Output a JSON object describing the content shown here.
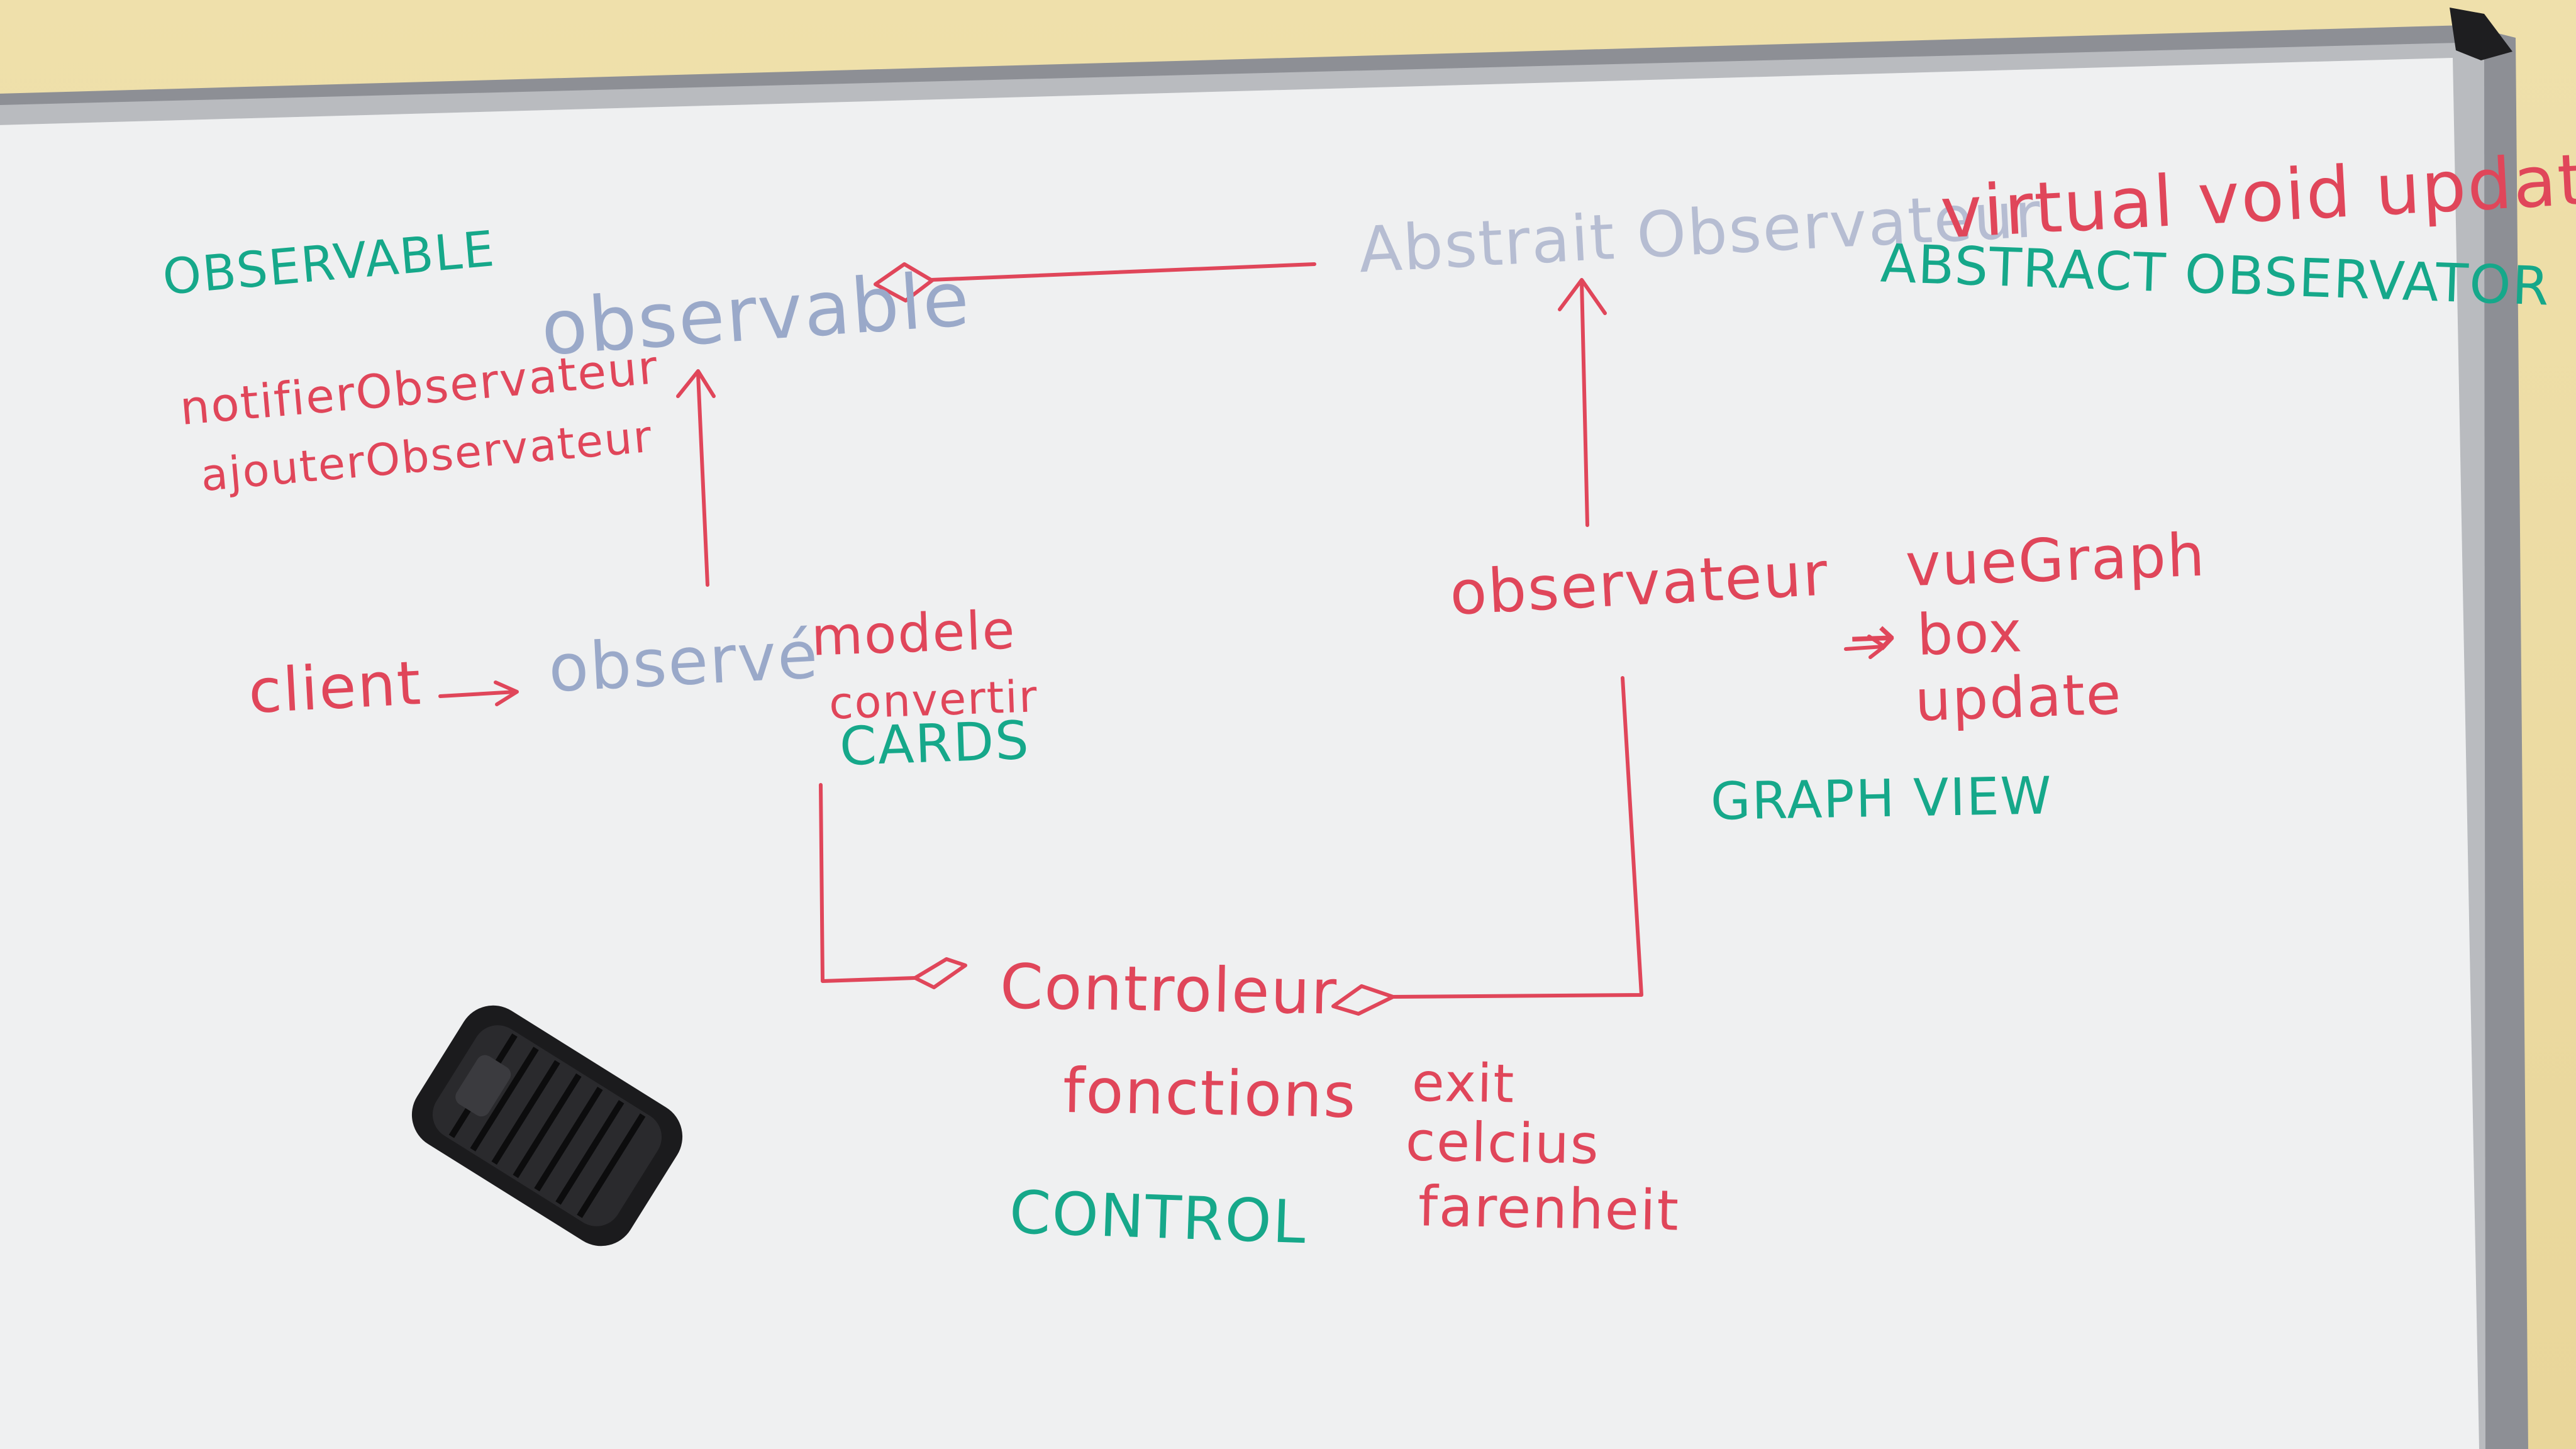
{
  "colors": {
    "wall": "#e9d69a",
    "frame": "#8d8f95",
    "board": "#f4f5f6",
    "marker_red": "#e0465a",
    "marker_green": "#16a88a",
    "marker_faded": "#b6bdd2",
    "eraser": "#1b1b1d"
  },
  "labels": {
    "observable_upper": "OBSERVABLE",
    "observable": "observable",
    "notifier": "notifierObservateur",
    "ajouter": "ajouterObservateur",
    "abstract_observateur": "Abstrait Observateur",
    "virtual_void_update": "virtual void update",
    "abstract_observer": "ABSTRACT OBSERVATOR",
    "client": "client",
    "observe": "observé",
    "modele": "modele",
    "convertir": "convertir",
    "cards": "CARDS",
    "observateur": "observateur",
    "vuegraph": "vueGraph",
    "box": "→ box",
    "update": "update",
    "graph_view": "GRAPH VIEW",
    "controleur": "Controleur",
    "fonctions": "fonctions",
    "exit": "exit",
    "celcius": "celcius",
    "farenheit": "farenheit",
    "control": "CONTROL"
  }
}
